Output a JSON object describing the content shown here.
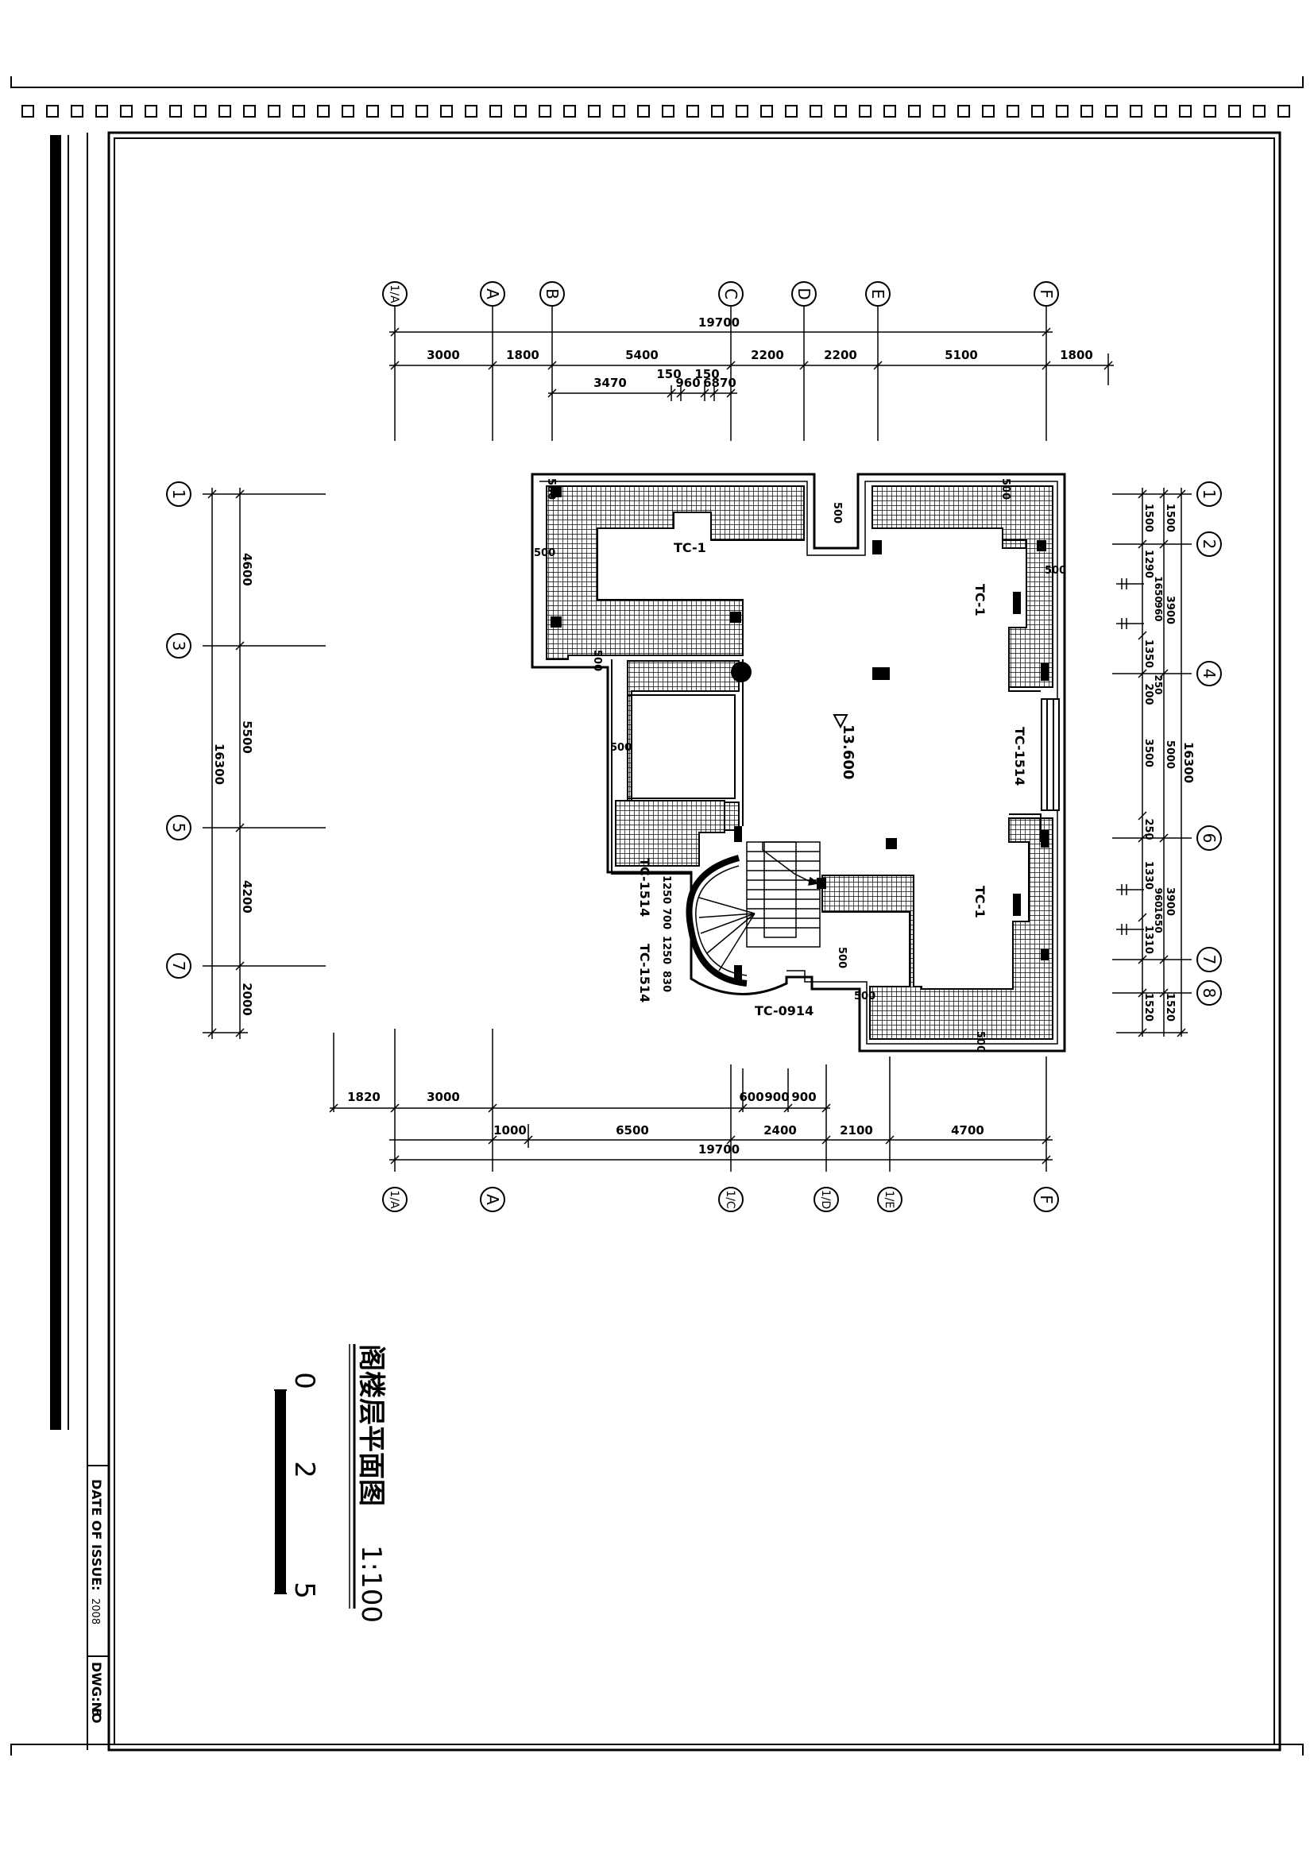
{
  "drawing": {
    "title": "阁楼层平面图",
    "scale": "1:100",
    "level": "13.600"
  },
  "title_block": {
    "issue_label": "DATE OF ISSUE:",
    "issue_value": "2008",
    "dwg_label": "DWG:NO",
    "dwg_value": "6"
  },
  "scale_bar": [
    "0",
    "2",
    "5"
  ],
  "axes": {
    "top": [
      "1/A",
      "A",
      "B",
      "C",
      "D",
      "E",
      "F"
    ],
    "bottom": [
      "1/A",
      "A",
      "1/C",
      "1/D",
      "1/E",
      "F"
    ],
    "left": [
      "1",
      "3",
      "5",
      "7"
    ],
    "right": [
      "1",
      "2",
      "4",
      "6",
      "7",
      "8"
    ]
  },
  "dimensions": {
    "top_total": "19700",
    "top_row1": [
      "3000",
      "1800",
      "5400",
      "2200",
      "2200",
      "5100",
      "1800"
    ],
    "top_row2": [
      "3470",
      "150",
      "960",
      "150",
      "6870"
    ],
    "bottom_row1": [
      "1820",
      "3000",
      "600",
      "900",
      "900"
    ],
    "bottom_row2": [
      "1000",
      "6500",
      "2400",
      "2100",
      "4700"
    ],
    "bottom_total": "19700",
    "left_segments": [
      "4600",
      "5500",
      "4200",
      "2000"
    ],
    "left_total": "16300",
    "right_outer": [
      "1500",
      "1290",
      "1350",
      "200",
      "3500",
      "250",
      "1330",
      "1310",
      "1520"
    ],
    "right_mid": [
      "1500",
      "3900",
      "5000",
      "3900",
      "1520"
    ],
    "right_inner": [
      "1650",
      "960",
      "250",
      "960",
      "1650"
    ],
    "right_total": "16300",
    "plan_labels": [
      "500",
      "500",
      "500",
      "500",
      "500",
      "500",
      "500",
      "500",
      "500",
      "500",
      "1250",
      "700",
      "1250",
      "830"
    ]
  },
  "windows": {
    "top": "TC-1",
    "right_upper": "TC-1",
    "right_middle": "TC-1514",
    "right_lower": "TC-1",
    "stair_upper": "TC-1514",
    "stair_lower": "TC-1514",
    "bottom": "TC-0914"
  }
}
